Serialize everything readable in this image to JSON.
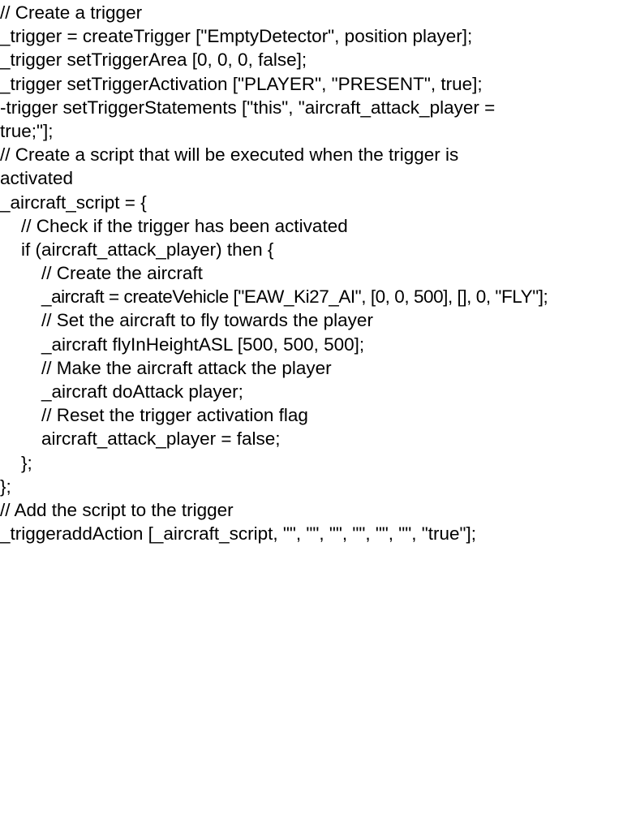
{
  "document": {
    "lines": [
      "// Create a trigger",
      "_trigger = createTrigger [\"EmptyDetector\", position player];",
      "_trigger setTriggerArea [0, 0, 0, false];",
      "_trigger setTriggerActivation [\"PLAYER\", \"PRESENT\", true];",
      "-trigger setTriggerStatements [\"this\", \"aircraft_attack_player =",
      "true;\"];",
      "// Create a script that will be executed when the trigger is",
      "activated",
      "_aircraft_script = {",
      "// Check if the trigger has been activated",
      "if (aircraft_attack_player) then {",
      "// Create the aircraft",
      "_aircraft = createVehicle [\"EAW_Ki27_AI\", [0, 0, 500], [], 0, \"FLY\"];",
      "// Set the aircraft to fly towards the player",
      "_aircraft flyInHeightASL [500, 500, 500];",
      "// Make the aircraft attack the player",
      "_aircraft doAttack player;",
      "// Reset the trigger activation flag",
      "aircraft_attack_player = false;",
      "};",
      "};",
      "// Add the script to the trigger",
      "_triggeraddAction [_aircraft_script, \"\", \"\", \"\", \"\", \"\", \"\", \"true\"];"
    ]
  }
}
